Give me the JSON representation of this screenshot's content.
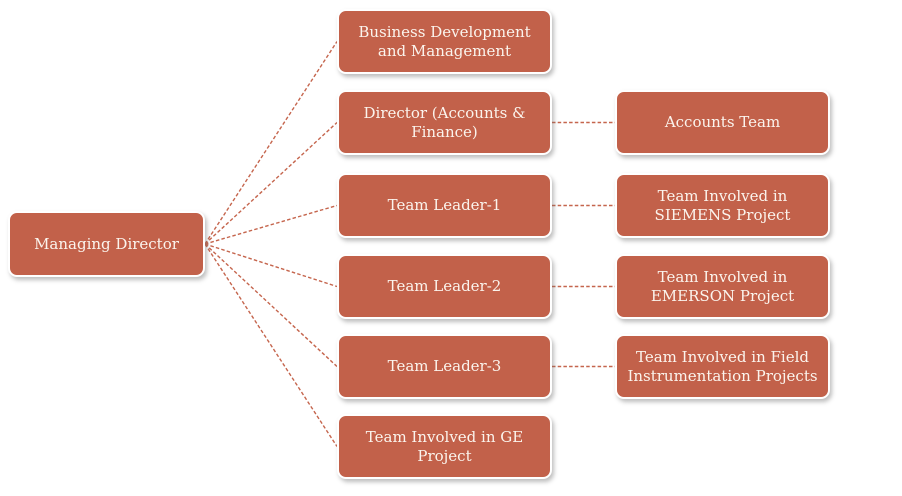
{
  "diagram": {
    "type": "org-chart",
    "root": {
      "label": "Managing Director"
    },
    "middle": [
      {
        "label": "Business Development and Management"
      },
      {
        "label": "Director (Accounts & Finance)"
      },
      {
        "label": "Team Leader-1"
      },
      {
        "label": "Team Leader-2"
      },
      {
        "label": "Team Leader-3"
      },
      {
        "label": "Team Involved in GE Project"
      }
    ],
    "right": [
      {
        "label": "Accounts Team",
        "parent_index": 1
      },
      {
        "label": "Team Involved in SIEMENS Project",
        "parent_index": 2
      },
      {
        "label": "Team Involved in EMERSON Project",
        "parent_index": 3
      },
      {
        "label": "Team Involved in Field Instrumentation Projects",
        "parent_index": 4
      }
    ]
  },
  "colors": {
    "background": "#FFFFFF",
    "box_fill": "#C2614A",
    "box_text": "#FBF4ED",
    "box_border": "#FFFFFF",
    "connector": "#C5654D"
  },
  "connector_style": {
    "stroke_width": 1.4,
    "dash": "3.5 2.2"
  }
}
